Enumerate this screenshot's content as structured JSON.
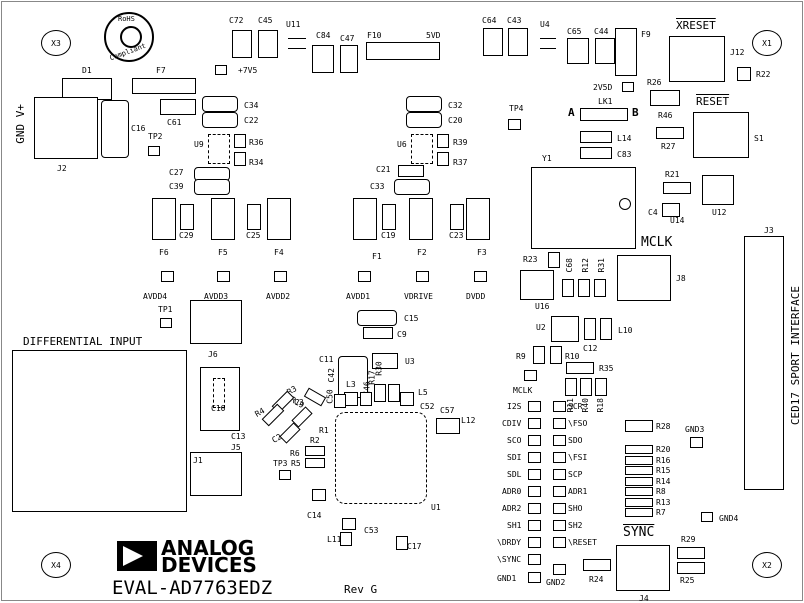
{
  "board": {
    "name": "EVAL-AD7763EDZ",
    "rev": "Rev G",
    "logo_line1": "ANALOG",
    "logo_line2": "DEVICES",
    "rohs_line1": "RoHS",
    "rohs_line2": "Compliant"
  },
  "mount_holes": [
    "X3",
    "X1",
    "X4",
    "X2"
  ],
  "sections": {
    "differential_input": "DIFFERENTIAL INPUT",
    "sport_interface": "CED17 SPORT INTERFACE",
    "mclk": "MCLK",
    "sync": "SYNC",
    "xreset": "XRESET",
    "reset": "RESET",
    "power": "GND V+"
  },
  "test_points": {
    "avdd4": "AVDD4",
    "avdd3": "AVDD3",
    "avdd2": "AVDD2",
    "avdd1": "AVDD1",
    "vdrive": "VDRIVE",
    "dvdd": "DVDD",
    "v7v5": "+7V5",
    "v5vd": "5VD",
    "v2v5d": "2V5D",
    "mclk_tp": "MCLK",
    "gnd1": "GND1",
    "gnd2": "GND2",
    "gnd3": "GND3",
    "gnd4": "GND4"
  },
  "left_pins": [
    "I2S",
    "CDIV",
    "SCO",
    "SDI",
    "SDL",
    "ADR0",
    "ADR2",
    "SH1",
    "\\DRDY",
    "\\SYNC"
  ],
  "right_pins": [
    "SCR",
    "\\FSO",
    "SDO",
    "\\FSI",
    "SCP",
    "ADR1",
    "SHO",
    "SH2",
    "\\RESET"
  ],
  "r_stack": [
    "R20",
    "R16",
    "R15",
    "R14",
    "R8",
    "R13",
    "R7"
  ],
  "refdes": {
    "c72": "C72",
    "c45": "C45",
    "u11": "U11",
    "c84": "C84",
    "c47": "C47",
    "f10": "F10",
    "c64": "C64",
    "c43": "C43",
    "u4": "U4",
    "c65": "C65",
    "c44": "C44",
    "f9": "F9",
    "j12": "J12",
    "r22": "R22",
    "d1": "D1",
    "f7": "F7",
    "r26": "R26",
    "r46": "R46",
    "lk1": "LK1",
    "a": "A",
    "b": "B",
    "tp4": "TP4",
    "c34": "C34",
    "c22": "C22",
    "c32": "C32",
    "c20": "C20",
    "c16": "C16",
    "c61": "C61",
    "tp2": "TP2",
    "j2": "J2",
    "u9": "U9",
    "r36": "R36",
    "r34": "R34",
    "u6": "U6",
    "r39": "R39",
    "r37": "R37",
    "s1": "S1",
    "r27": "R27",
    "l14": "L14",
    "c83": "C83",
    "y1": "Y1",
    "c27": "C27",
    "c39": "C39",
    "c21": "C21",
    "c33": "C33",
    "r21": "R21",
    "u12": "U12",
    "c4": "C4",
    "u14": "U14",
    "c29": "C29",
    "c25": "C25",
    "c19": "C19",
    "c23": "C23",
    "f6": "F6",
    "f5": "F5",
    "f4": "F4",
    "f1": "F1",
    "f2": "F2",
    "f3": "F3",
    "j3": "J3",
    "r23": "R23",
    "c68": "C68",
    "r12": "R12",
    "r31": "R31",
    "j8": "J8",
    "u16": "U16",
    "tp1": "TP1",
    "j6": "J6",
    "c15": "C15",
    "c9": "C9",
    "u2": "U2",
    "l10": "L10",
    "c12": "C12",
    "r9": "R9",
    "r10": "R10",
    "r35": "R35",
    "c11": "C11",
    "c42": "C42",
    "u3": "U3",
    "r19": "R19",
    "r3": "R3",
    "r4": "R4",
    "r17": "R17",
    "r30": "R30",
    "l3": "L3",
    "c46": "C46",
    "l5": "L5",
    "c50": "C50",
    "c52": "C52",
    "c57": "C57",
    "l12": "L12",
    "r11": "R11",
    "r40": "R40",
    "r18": "R18",
    "r28": "R28",
    "c10": "C10",
    "c13": "C13",
    "j5": "J5",
    "j1": "J1",
    "c3": "C3",
    "c2": "C2",
    "r1": "R1",
    "r2": "R2",
    "r6": "R6",
    "r5": "R5",
    "tp3": "TP3",
    "c14": "C14",
    "u1": "U1",
    "l11": "L11",
    "c53": "C53",
    "c17": "C17",
    "r29": "R29",
    "r24": "R24",
    "r25": "R25",
    "j4": "J4"
  },
  "colors": {
    "ink": "#000000",
    "board": "#ffffff"
  }
}
